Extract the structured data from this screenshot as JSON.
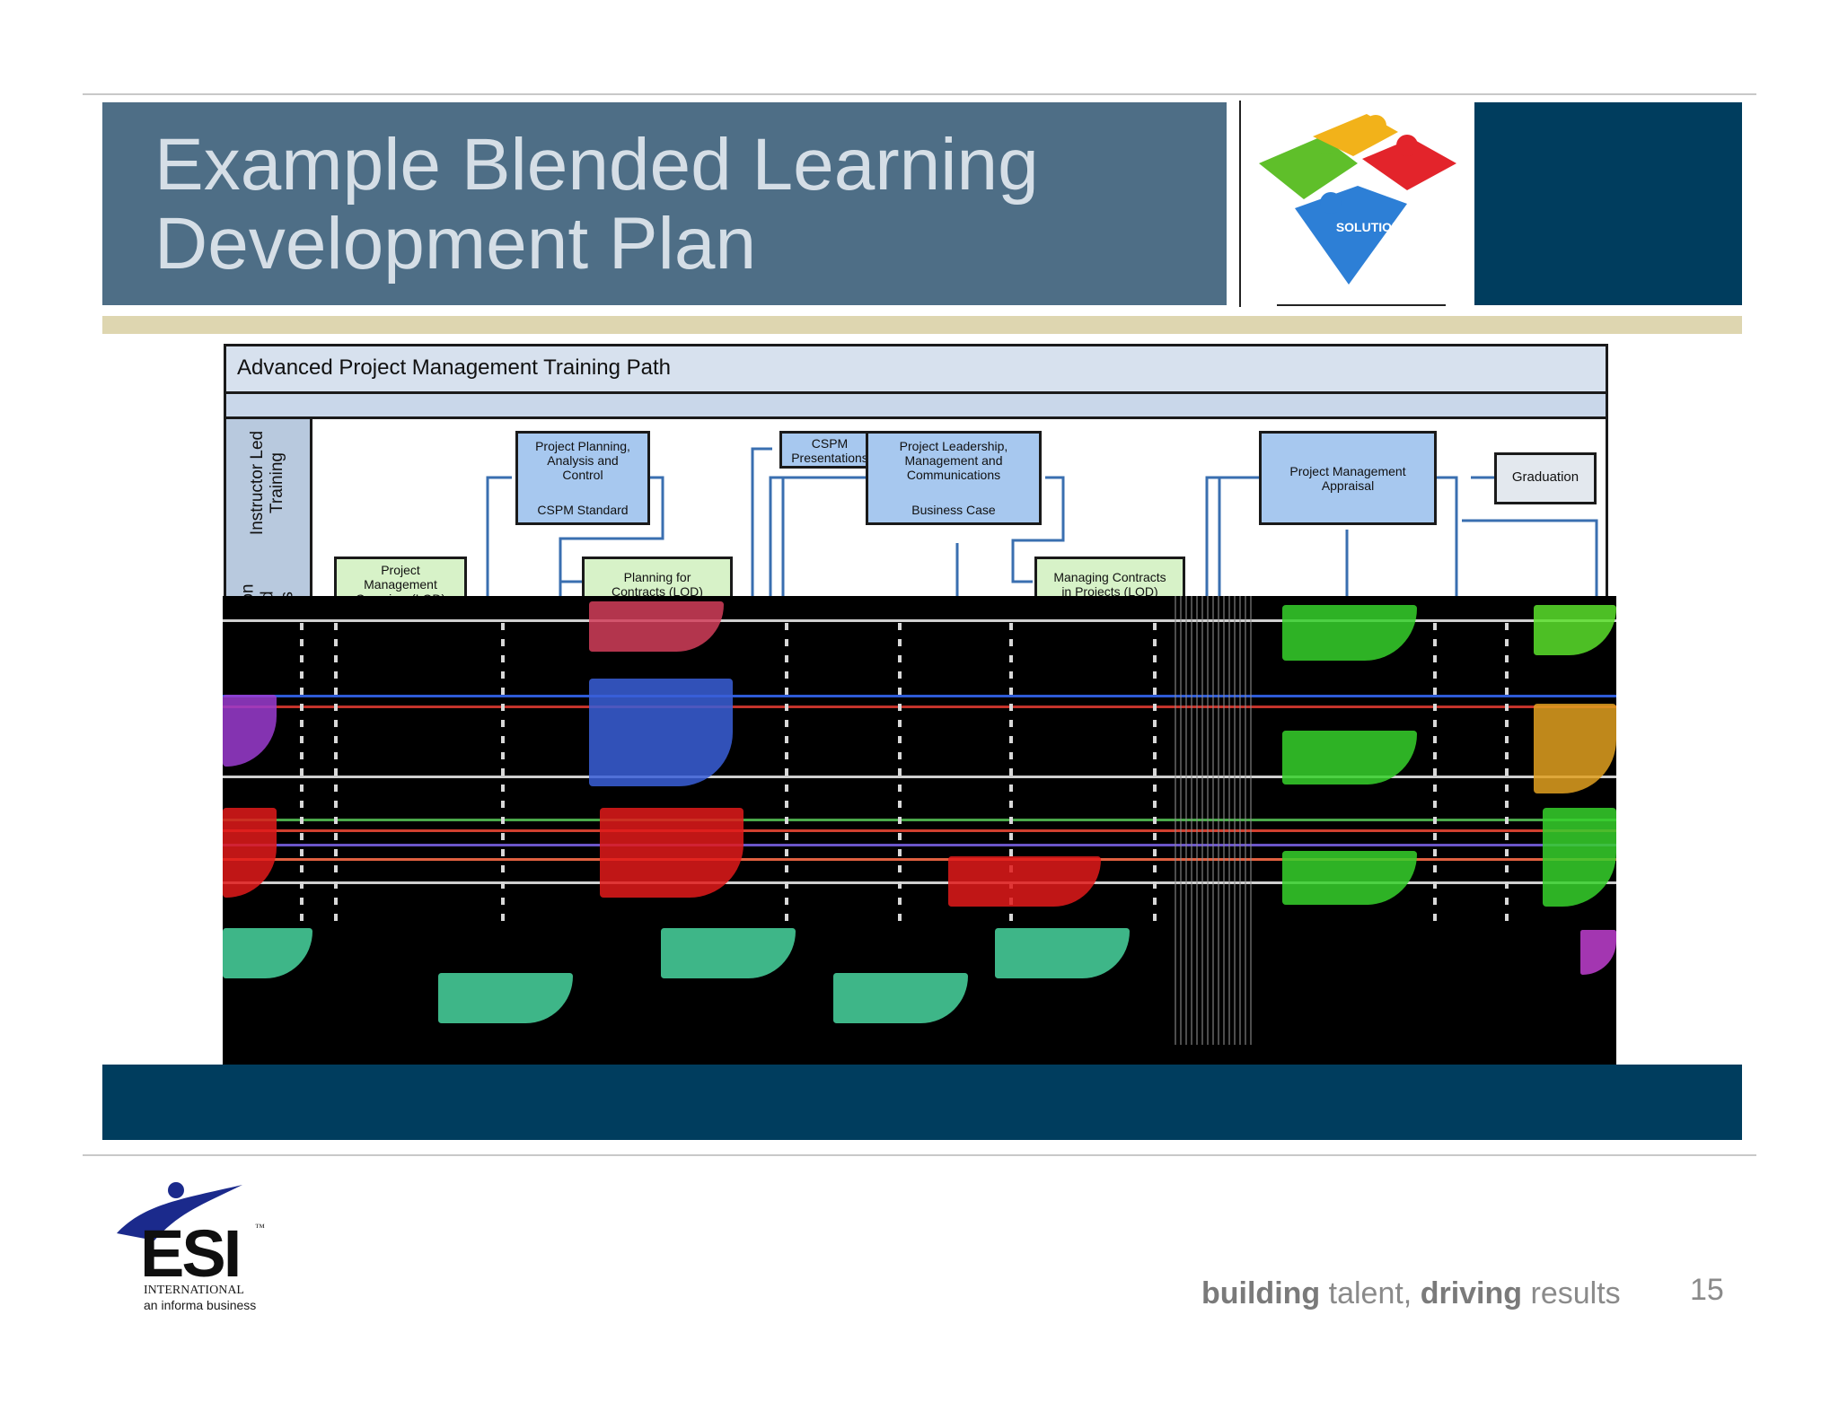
{
  "slide": {
    "title_line1": "Example Blended Learning",
    "title_line2": "Development Plan",
    "solution_label": "SOLUTION",
    "page_number": "15"
  },
  "diagram": {
    "title": "Advanced Project Management Training Path",
    "lane_instructor": "Instructor Led\nTraining",
    "lane_ondemand": "g on\nnd\nes",
    "boxes": {
      "planning": "Project Planning,\nAnalysis and\nControl",
      "planning_sub": "CSPM Standard",
      "cspm": "CSPM\nPresentations",
      "leadership": "Project Leadership,\nManagement and\nCommunications",
      "leadership_sub": "Business Case",
      "appraisal": "Project Management\nAppraisal",
      "graduation": "Graduation",
      "overview": "Project\nManagement\nOverview (LOD)",
      "contracts": "Planning for\nContracts (LOD)",
      "managing": "Managing Contracts\nin Projects (LOD)"
    }
  },
  "footer": {
    "tagline_bold1": "building",
    "tagline_plain1": " talent, ",
    "tagline_bold2": "driving",
    "tagline_plain2": " results",
    "logo_word": "ESI",
    "logo_tm": "™",
    "logo_line1": "INTERNATIONAL",
    "logo_line2": "an informa business"
  },
  "colors": {
    "title_band": "#4e6e86",
    "dark_band": "#003d5e",
    "gold_band": "#ded6b0",
    "puzzle_green": "#5fbf2a",
    "puzzle_yellow": "#f2b21a",
    "puzzle_red": "#e3242b",
    "puzzle_blue": "#2d7fd6"
  }
}
